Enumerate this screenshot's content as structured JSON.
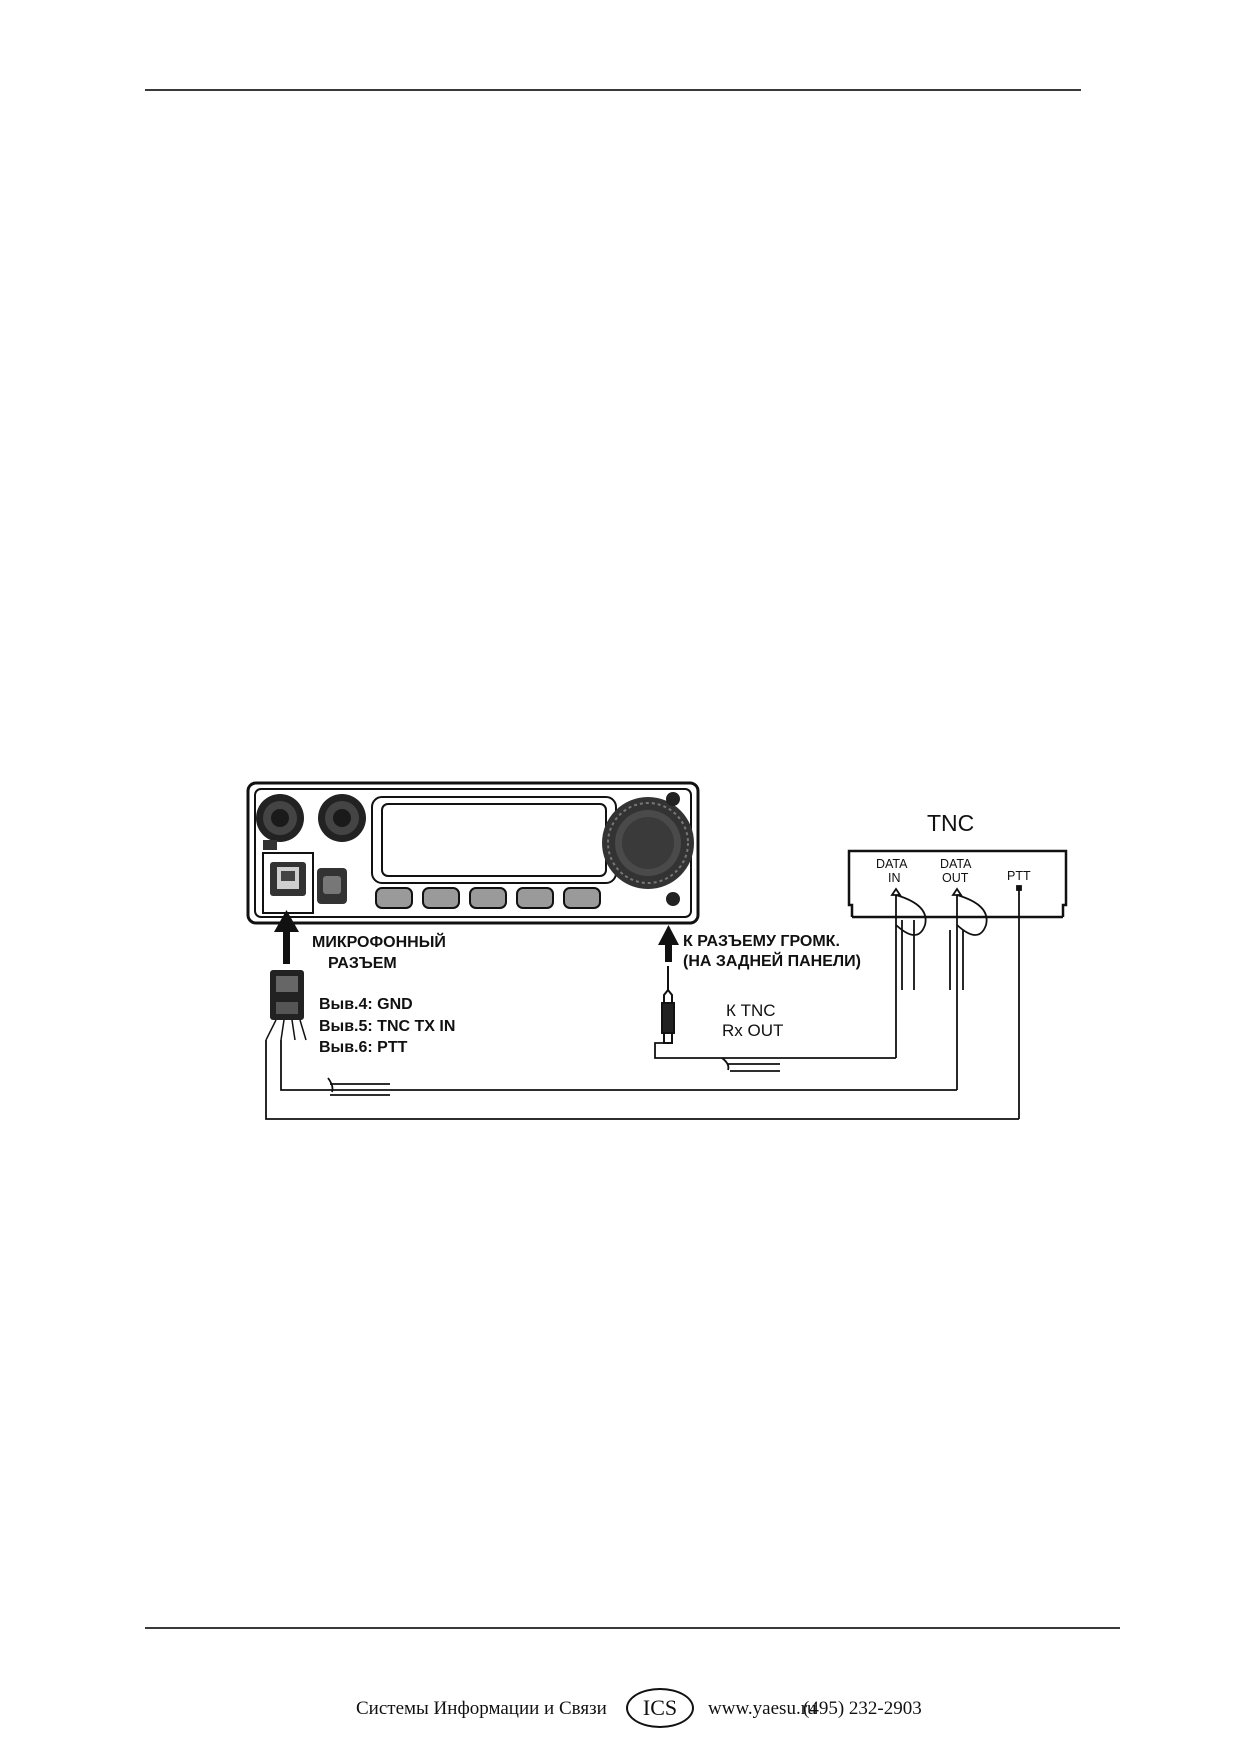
{
  "diagram": {
    "tnc": {
      "title": "TNC",
      "data_in": [
        "DATA",
        "IN"
      ],
      "data_out": [
        "DATA",
        "OUT"
      ],
      "ptt": "PTT"
    },
    "mic_jack_label": [
      "МИКРОФОННЫЙ",
      "РАЗЪЕМ"
    ],
    "speaker_jack_label": [
      "К РАЗЪЕМУ ГРОМК.",
      "(НА ЗАДНЕЙ ПАНЕЛИ)"
    ],
    "pins": [
      "Выв.4: GND",
      "Выв.5: TNC TX IN",
      "Выв.6: PTT"
    ],
    "to_tnc": [
      "К TNC",
      "Rx OUT"
    ]
  },
  "footer": {
    "organization": "Системы Информации и Связи",
    "logo": "ICS",
    "website": "www.yaesu.ru",
    "phone": "(495) 232-2903"
  }
}
